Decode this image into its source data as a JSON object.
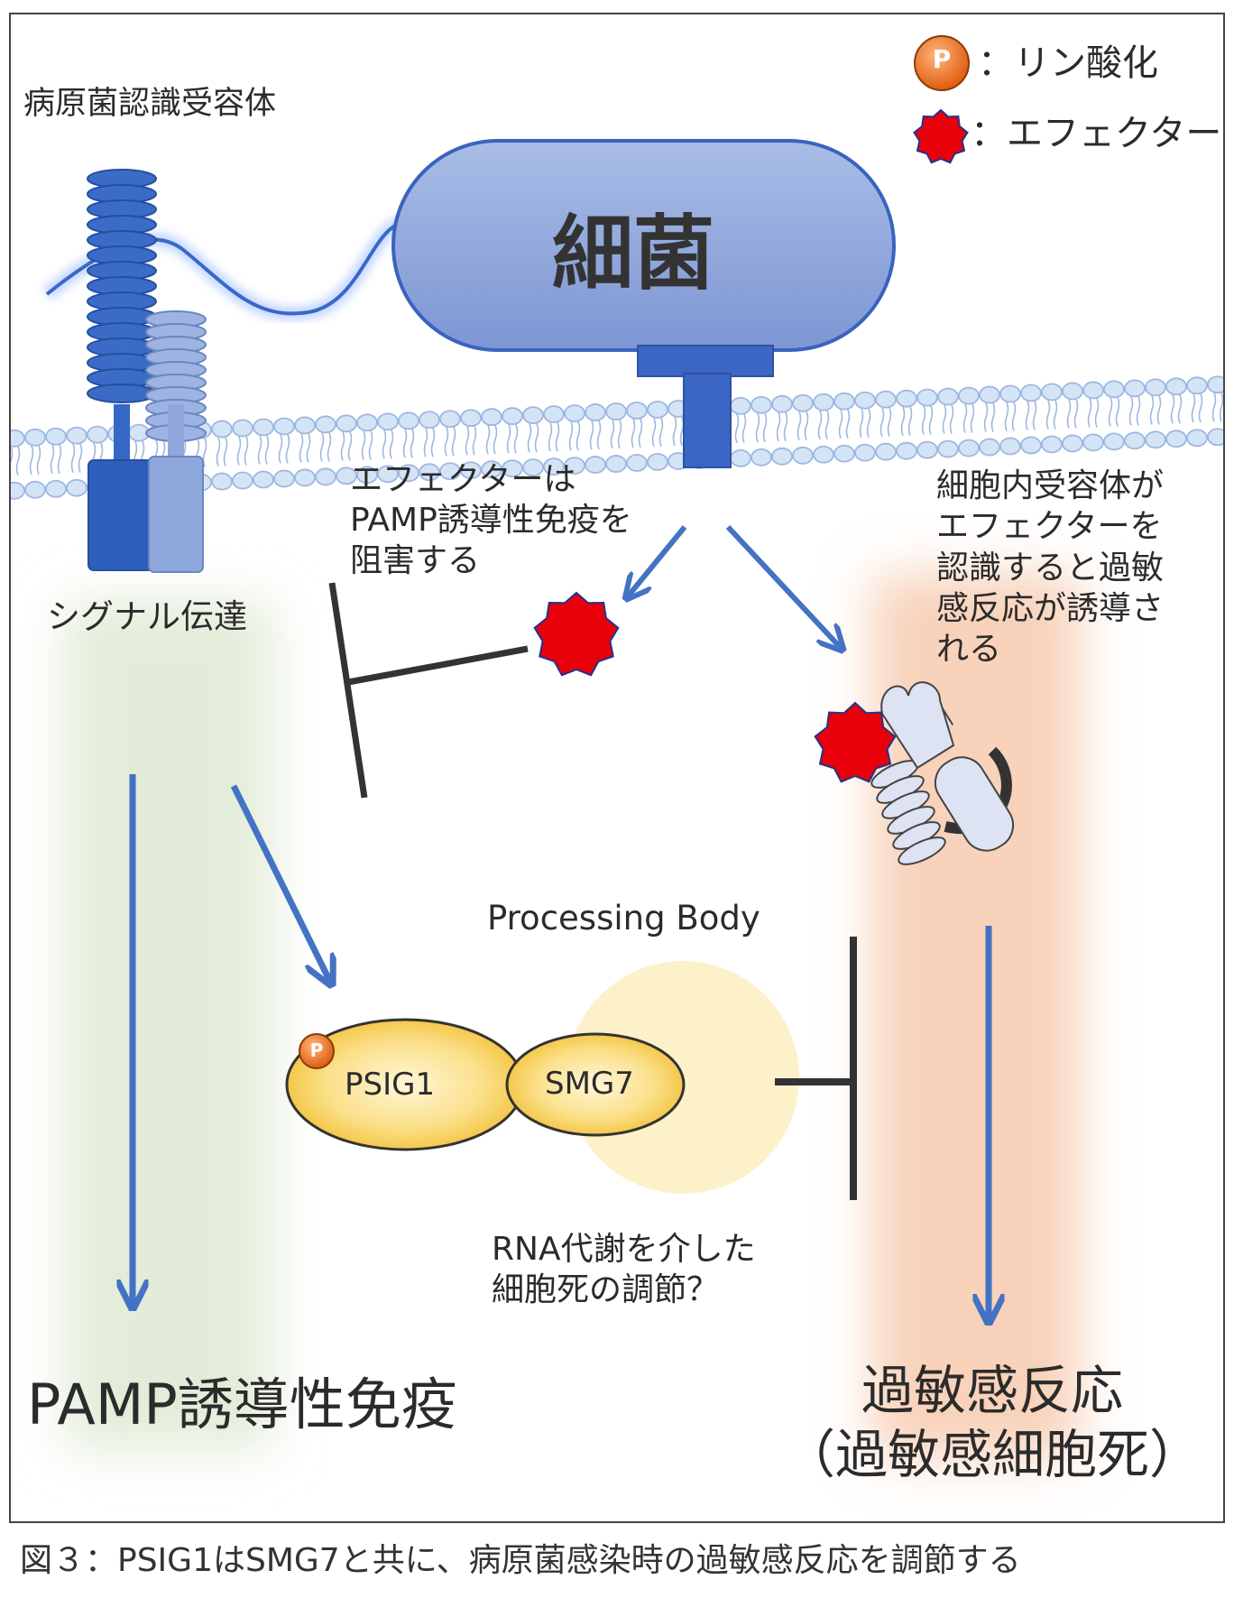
{
  "diagram": {
    "legend": {
      "phospho_symbol": "P",
      "phospho_label": "：リン酸化",
      "effector_label": "：エフェクター"
    },
    "labels": {
      "receptor_title": "病原菌認識受容体",
      "signal": "シグナル伝達",
      "bacteria": "細菌",
      "effector_inhibits": "エフェクターは\nPAMP誘導性免疫を\n阻害する",
      "intracellular_receptor": "細胞内受容体が\nエフェクターを\n認識すると過敏\n感反応が誘導さ\nれる",
      "processing_body": "Processing Body",
      "psig1": "PSIG1",
      "smg7": "SMG7",
      "psig1_phospho": "P",
      "rna_regulation": "RNA代謝を介した\n細胞死の調節？",
      "pamp_immunity": "PAMP誘導性免疫",
      "hypersensitive": "過敏感反応\n（過敏感細胞死）"
    },
    "caption": "図３：PSIG1はSMG7と共に、病原菌感染時の過敏感反応を調節する"
  },
  "colors": {
    "arrow": "#4472c4",
    "inhibit": "#333333",
    "effector": "#e8000b",
    "bacteria": "#8fa8dc",
    "phospho": "#e8762c",
    "pamp_zone": "#e2ecd8",
    "hr_zone": "#f8d2ba",
    "protein": "#f3c64b",
    "processing_body": "#fdf1c9"
  }
}
